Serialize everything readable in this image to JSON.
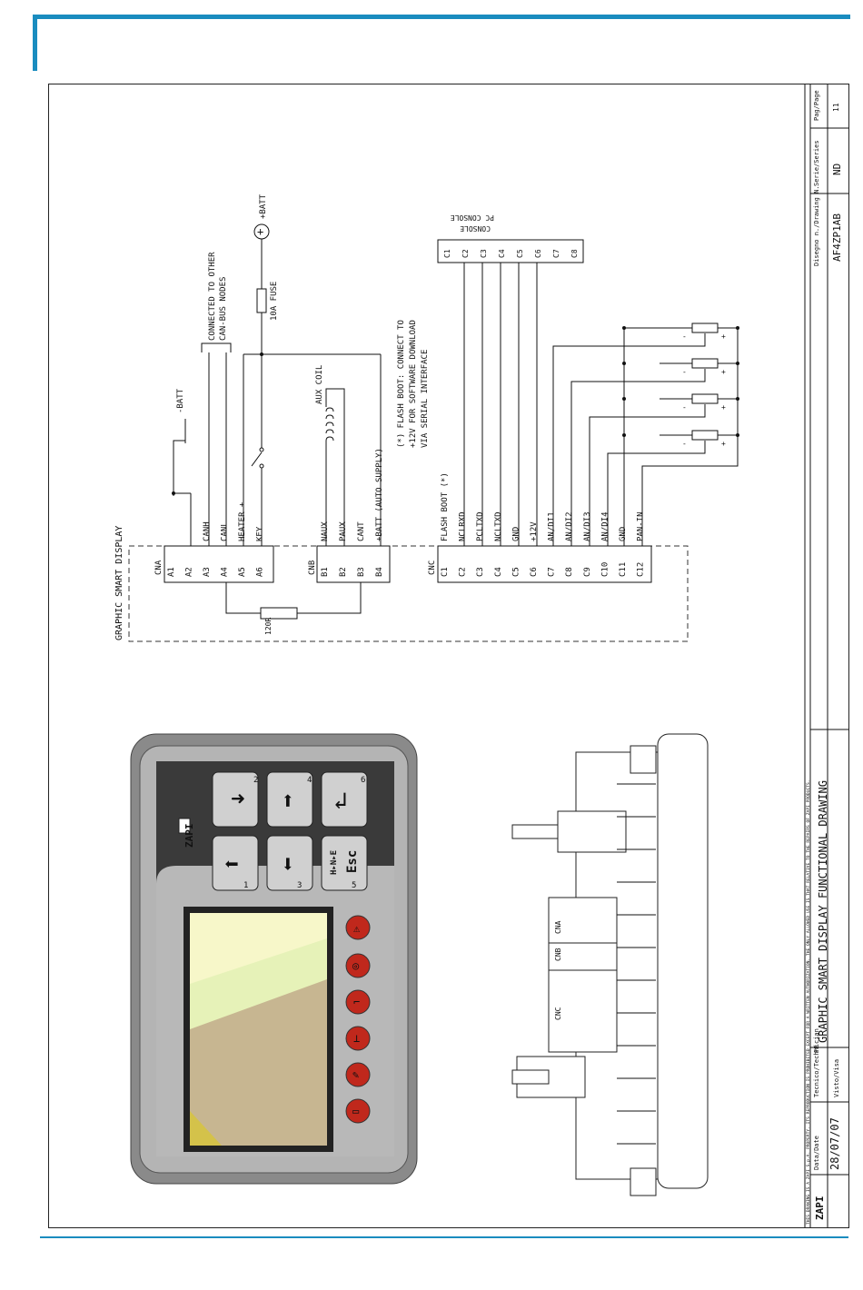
{
  "diagram": {
    "module_label": "GRAPHIC SMART DISPLAY",
    "batt_minus": "-BATT",
    "batt_plus": "+BATT",
    "fuse": "10A FUSE",
    "canbus_note": [
      "CONNECTED TO OTHER",
      "CAN-BUS NODES"
    ],
    "aux_coil": "AUX COIL",
    "flash_note": [
      "(*) FLASH BOOT: CONNECT TO",
      "+12V FOR SOFTWARE DOWNLOAD",
      "VIA SERIAL INTERFACE"
    ],
    "pc_console": [
      "PC CONSOLE",
      "CONSOLE"
    ],
    "resistor": "120R",
    "cna": {
      "name": "CNA",
      "pins": [
        "A1",
        "A2",
        "A3",
        "A4",
        "A5",
        "A6"
      ],
      "signals": [
        "",
        "",
        "CANH",
        "CANL",
        "HEATER +",
        "KEY"
      ]
    },
    "cnb": {
      "name": "CNB",
      "pins": [
        "B1",
        "B2",
        "B3",
        "B4"
      ],
      "signals": [
        "NAUX",
        "PAUX",
        "CANT",
        "+BATT (AUTO SUPPLY)"
      ]
    },
    "cnc": {
      "name": "CNC",
      "pins": [
        "C1",
        "C2",
        "C3",
        "C4",
        "C5",
        "C6",
        "C7",
        "C8",
        "C9",
        "C10",
        "C11",
        "C12"
      ],
      "signals": [
        "FLASH BOOT (*)",
        "NCLRXD",
        "PCLTXD",
        "NCLTXD",
        "GND",
        "+12V",
        "AN/DI1",
        "AN/DI2",
        "AN/DI3",
        "AN/DI4",
        "GND",
        "PAN-IN"
      ]
    },
    "console_pins": [
      "C1",
      "C2",
      "C3",
      "C4",
      "C5",
      "C6",
      "C7",
      "C8"
    ],
    "pot_minus": "-",
    "pot_plus": "+"
  },
  "device": {
    "brand": "ZAPI",
    "keys": [
      "1",
      "2",
      "3",
      "4",
      "5",
      "6"
    ],
    "esc": "Esc",
    "hne": "H▸N▸E",
    "conn_labels": [
      "CNA",
      "CNB",
      "CNC"
    ]
  },
  "title_block": {
    "disclaimer": "THIS DRAWING IS A ZAPI S.p.A. PROPERTY. ITS REPRODUCTION IS PROHIBITED EXCEPT FOR A WRITTEN AUTHORIZATION. THE ONLY ALLOWED USE IS THAT RELATIVE TO THE REPAIRS OF ZAPI PRODUCTS.",
    "logo": "ZAPI",
    "date_label": "Data/Date",
    "date": "28/07/07",
    "tech_label": "Tecnico/Technician",
    "tech": "FF",
    "visto_label": "Visto/Visa",
    "title": "GRAPHIC SMART DISPLAY FUNCTIONAL DRAWING",
    "drawing_label": "Disegno n./Drawing N.",
    "drawing": "AF4ZP1AB",
    "series_label": "Serie/Series",
    "series": "ND",
    "page_label": "Pag/Page",
    "page": "11"
  }
}
